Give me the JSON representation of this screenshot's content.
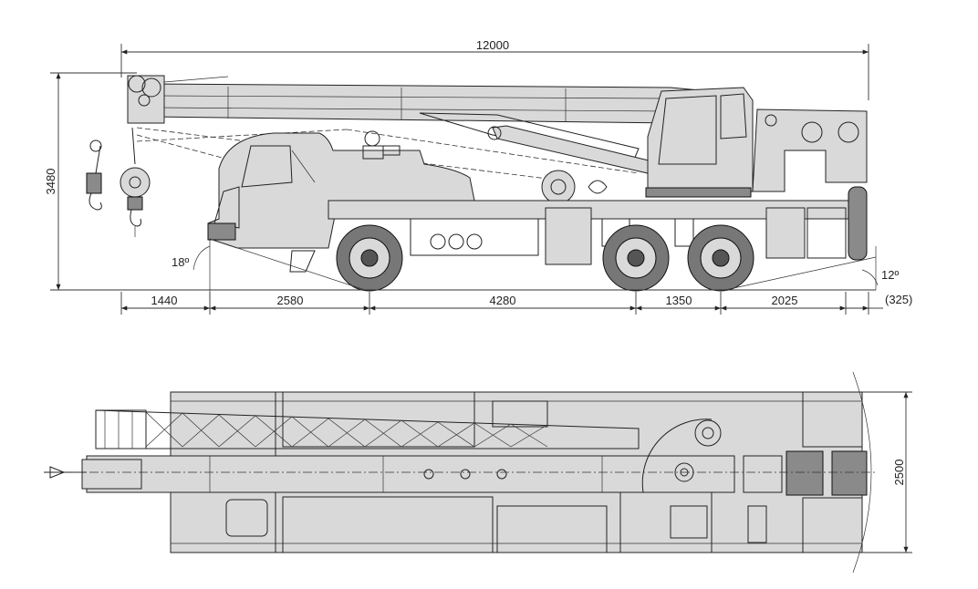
{
  "dimensions": {
    "overall_length": "12000",
    "overall_height": "3480",
    "front_overhang": "1440",
    "cab_to_axle1": "2580",
    "axle1_to_axle2": "4280",
    "axle2_to_axle3": "1350",
    "rear_overhang": "2025",
    "rear_offset": "(325)",
    "approach_angle": "18º",
    "departure_angle": "12º",
    "overall_width": "2500"
  },
  "colors": {
    "line": "#222222",
    "body": "#d9d9d9",
    "dark": "#8a8a8a",
    "background": "#ffffff"
  }
}
